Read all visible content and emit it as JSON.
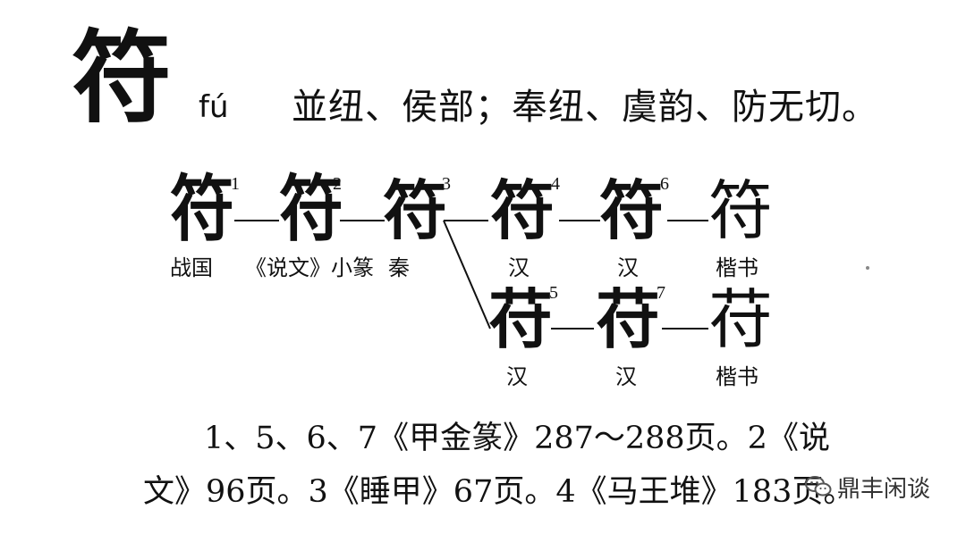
{
  "entry": {
    "character": "符",
    "pinyin": "fú",
    "phonology": "並纽、侯部；奉纽、虞韵、防无切。"
  },
  "evolution": {
    "row1": [
      {
        "glyph": "符",
        "index": "1",
        "label": "战国"
      },
      {
        "glyph": "符",
        "index": "2",
        "label": "《说文》小篆"
      },
      {
        "glyph": "符",
        "index": "3",
        "label": "秦"
      },
      {
        "glyph": "符",
        "index": "4",
        "label": "汉"
      },
      {
        "glyph": "符",
        "index": "6",
        "label": "汉"
      },
      {
        "glyph": "符",
        "index": "",
        "label": "楷书"
      }
    ],
    "row2": [
      {
        "glyph": "苻",
        "index": "5",
        "label": "汉"
      },
      {
        "glyph": "苻",
        "index": "7",
        "label": "汉"
      },
      {
        "glyph": "苻",
        "index": "",
        "label": "楷书"
      }
    ]
  },
  "references": {
    "line1": "1、5、6、7《甲金篆》287～288页。2《说",
    "line2": "文》96页。3《睡甲》67页。4《马王堆》183页。"
  },
  "watermark": {
    "text": "鼎丰闲谈",
    "icon": "wechat-icon"
  }
}
